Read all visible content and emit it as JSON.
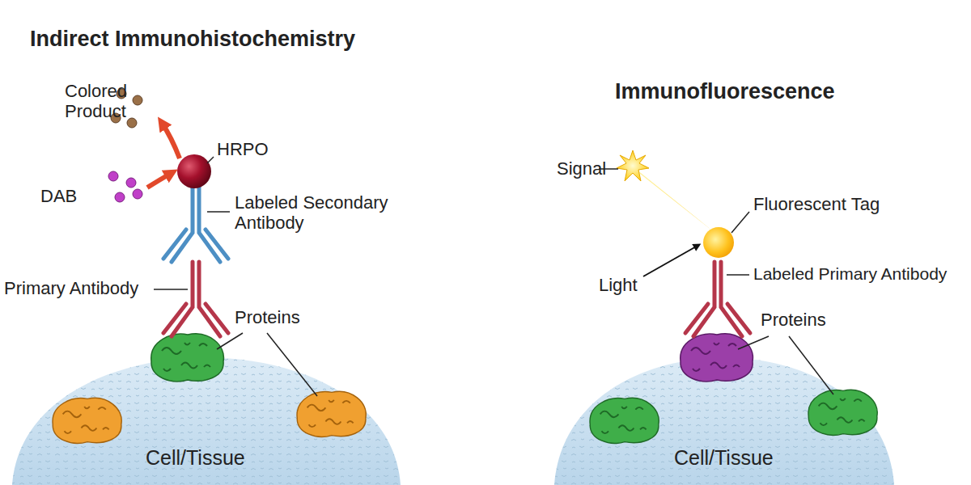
{
  "diagram": {
    "labels": [
      "Indirect Immunohistochemistry",
      "Colored Product",
      "HRPO",
      "DAB",
      "Labeled Secondary Antibody",
      "Primary Antibody",
      "Proteins",
      "Cell/Tissue",
      "Immunofluorescence",
      "Signal",
      "Fluorescent Tag",
      "Light",
      "Labeled Primary Antibody",
      "Proteins",
      "Cell/Tissue"
    ]
  }
}
